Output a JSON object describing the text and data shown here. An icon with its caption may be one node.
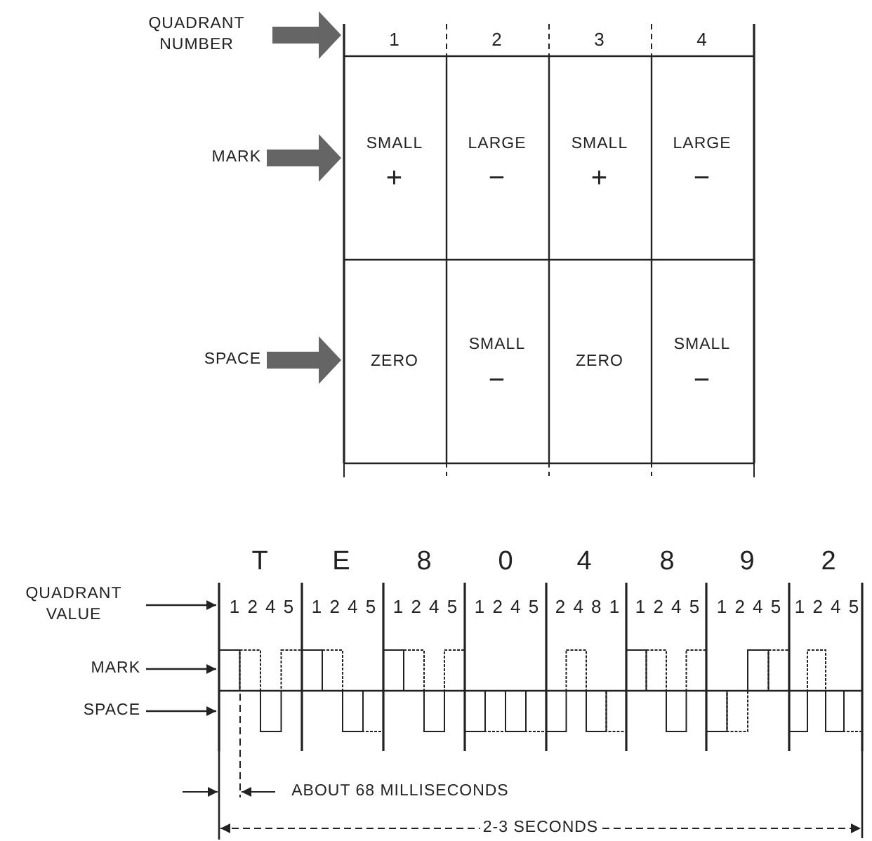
{
  "diagram": {
    "nodes": [
      {
        "text": [
          "QUADRANT NUMBER"
        ]
      },
      {
        "text": [
          "MARK"
        ]
      },
      {
        "text": [
          "SPACE"
        ]
      },
      {
        "text": [
          "QUADRANT VALUE"
        ]
      },
      {
        "text": [
          "MARK"
        ]
      },
      {
        "text": [
          "SPACE"
        ]
      },
      {
        "text": [],
        "shape": "picture",
        "beside": [
          "T",
          "E",
          "8",
          "0",
          "4",
          "8",
          "9",
          "2"
        ]
      },
      {
        "text": [],
        "shape": "box"
      }
    ],
    "edges": [
      {
        "from": 0,
        "to": 7,
        "arrow": "to",
        "style": "thick"
      },
      {
        "from": 1,
        "to": 7,
        "arrow": "to",
        "style": "thick"
      },
      {
        "from": 2,
        "to": 7,
        "arrow": "to",
        "style": "thick"
      },
      {
        "from": 3,
        "to": 6,
        "arrow": "to"
      },
      {
        "from": 4,
        "to": 6,
        "arrow": "to"
      },
      {
        "from": 5,
        "to": 6,
        "arrow": "to"
      }
    ],
    "labels": [
      "1",
      "2",
      "3",
      "4",
      "SMALL",
      "+",
      "LARGE",
      "−",
      "SMALL",
      "+",
      "LARGE",
      "−",
      "ZERO",
      "SMALL",
      "−",
      "ZERO",
      "SMALL",
      "−",
      "1 2 4 5",
      "1 2 4 5",
      "1 2 4 5",
      "1 2 4 5",
      "2 4 8 1",
      "1 2 4 5",
      "1 2 4 5",
      "1 2 4 5",
      "ABOUT 68 MILLISECONDS",
      "2-3 SECONDS"
    ]
  }
}
